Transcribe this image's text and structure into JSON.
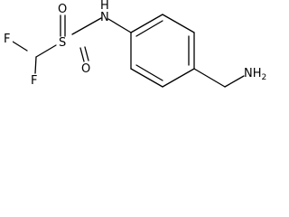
{
  "molecule": {
    "atoms": {
      "f_top": "F",
      "f_bottom": "F",
      "sulfur": "S",
      "oxygen_top": "O",
      "oxygen_bottom": "O",
      "nh": "N",
      "nh_h": "H",
      "amine": "NH",
      "amine_sub": "2"
    },
    "colors": {
      "bond": "#000000",
      "label": "#000000",
      "background": "#ffffff"
    }
  }
}
